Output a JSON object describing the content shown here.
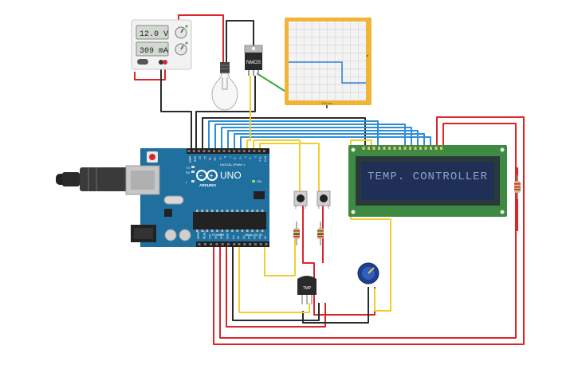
{
  "power_supply": {
    "voltage_readout": "12.0 V",
    "current_readout": "309 mA"
  },
  "transistor": {
    "label": "NMOS"
  },
  "oscilloscope": {
    "scale_label": "100 ms"
  },
  "arduino": {
    "brand": "ARDUINO",
    "model": "UNO",
    "digital_header_label": "DIGITAL (PWM~)",
    "power_header_label": "POWER",
    "analog_header_label": "ANALOG IN",
    "tx_label": "TX",
    "rx_label": "RX",
    "l_label": "L",
    "on_label": "ON",
    "digital_pins": [
      "AREF",
      "GND",
      "13",
      "12",
      "~11",
      "~10",
      "~9",
      "8",
      "7",
      "~6",
      "~5",
      "4",
      "~3",
      "2",
      "TX 1",
      "RX 0"
    ],
    "power_pins": [
      "IOREF",
      "RESET",
      "3.3V",
      "5V",
      "GND",
      "GND",
      "Vin"
    ],
    "analog_pins": [
      "A0",
      "A1",
      "A2",
      "A3",
      "A4",
      "A5"
    ]
  },
  "temp_sensor": {
    "label": "TMP"
  },
  "lcd": {
    "text": "TEMP. CONTROLLER"
  },
  "colors": {
    "wire_red": "#d9262b",
    "wire_black": "#2b2b2b",
    "wire_blue": "#2f8fd6",
    "wire_yellow": "#f0d030",
    "wire_green": "#3aaa3a",
    "board_blue": "#1f6f9f",
    "lcd_green": "#3f8a43",
    "lcd_screen": "#1f2f55",
    "lcd_text": "#8ea4cc"
  }
}
